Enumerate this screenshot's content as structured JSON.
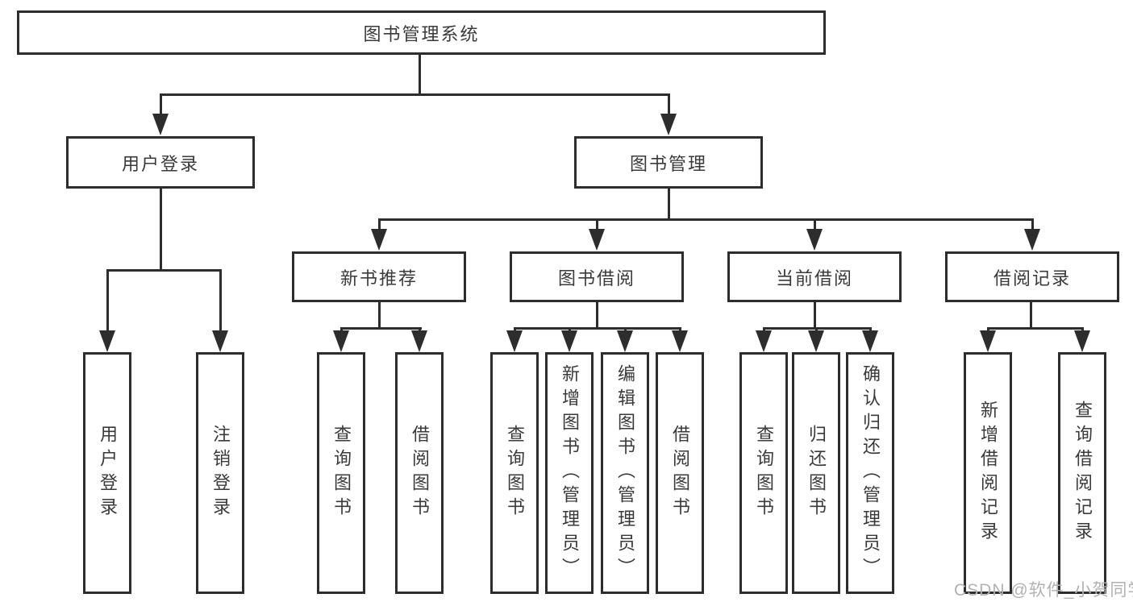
{
  "colors": {
    "line": "#2d2d2d",
    "text": "#3a3a3a",
    "box_bg": "#ffffff",
    "watermark": "#b2b2b2",
    "page_bg": "#ffffff"
  },
  "watermark": "CSDN @软件_小贺同学",
  "nodes": {
    "root": "图书管理系统",
    "user_login": "用户登录",
    "book_mgmt": "图书管理",
    "new_book_rec": "新书推荐",
    "book_borrow": "图书借阅",
    "current_borrow": "当前借阅",
    "borrow_records": "借阅记录",
    "leaf_user_login": "用户登录",
    "leaf_logout": "注销登录",
    "leaf_rec_query": "查询图书",
    "leaf_rec_borrow": "借阅图书",
    "leaf_bb_query": "查询图书",
    "leaf_bb_add": "新增图书（管理员）",
    "leaf_bb_edit": "编辑图书（管理员）",
    "leaf_bb_borrow": "借阅图书",
    "leaf_cb_query": "查询图书",
    "leaf_cb_return": "归还图书",
    "leaf_cb_confirm": "确认归还（管理员）",
    "leaf_br_add": "新增借阅记录",
    "leaf_br_query": "查询借阅记录"
  },
  "hierarchy": {
    "图书管理系统": {
      "用户登录": [
        "用户登录",
        "注销登录"
      ],
      "图书管理": {
        "新书推荐": [
          "查询图书",
          "借阅图书"
        ],
        "图书借阅": [
          "查询图书",
          "新增图书（管理员）",
          "编辑图书（管理员）",
          "借阅图书"
        ],
        "当前借阅": [
          "查询图书",
          "归还图书",
          "确认归还（管理员）"
        ],
        "借阅记录": [
          "新增借阅记录",
          "查询借阅记录"
        ]
      }
    }
  }
}
